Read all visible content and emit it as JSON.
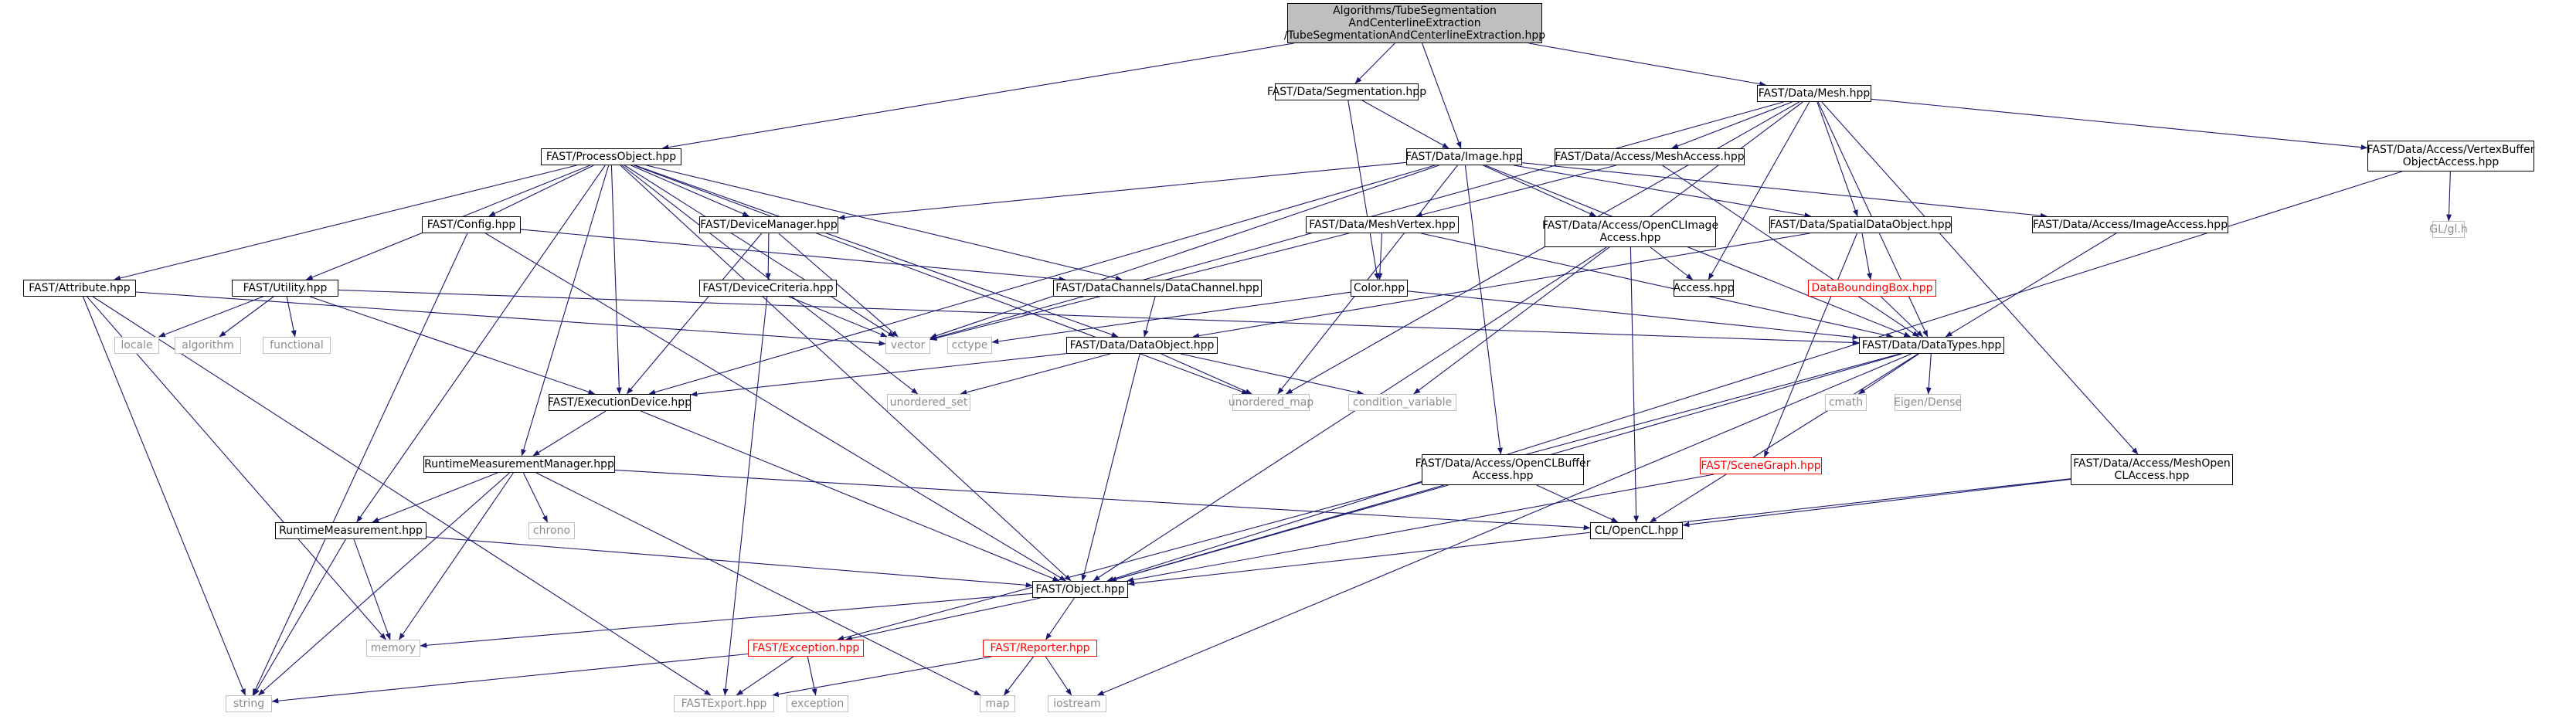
{
  "colors": {
    "edge": "#191970",
    "node_border": "#000000",
    "std_border": "#bfbfbf",
    "std_text": "#8c8c8c",
    "missing_border": "#ff0000",
    "root_fill": "#bfbfbf"
  },
  "nodes": [
    {
      "id": "root",
      "label": "Algorithms/TubeSegmentation\nAndCenterlineExtraction\n/TubeSegmentationAndCenterlineExtraction.hpp",
      "kind": "root"
    },
    {
      "id": "segmentation",
      "label": "FAST/Data/Segmentation.hpp",
      "kind": "doc"
    },
    {
      "id": "mesh",
      "label": "FAST/Data/Mesh.hpp",
      "kind": "doc"
    },
    {
      "id": "processobject",
      "label": "FAST/ProcessObject.hpp",
      "kind": "doc"
    },
    {
      "id": "image",
      "label": "FAST/Data/Image.hpp",
      "kind": "doc"
    },
    {
      "id": "meshaccess",
      "label": "FAST/Data/Access/MeshAccess.hpp",
      "kind": "doc"
    },
    {
      "id": "vertexbuffer",
      "label": "FAST/Data/Access/VertexBuffer\nObjectAccess.hpp",
      "kind": "doc"
    },
    {
      "id": "config",
      "label": "FAST/Config.hpp",
      "kind": "doc"
    },
    {
      "id": "devicemanager",
      "label": "FAST/DeviceManager.hpp",
      "kind": "doc"
    },
    {
      "id": "meshvertex",
      "label": "FAST/Data/MeshVertex.hpp",
      "kind": "doc"
    },
    {
      "id": "openclimage",
      "label": "FAST/Data/Access/OpenCLImage\nAccess.hpp",
      "kind": "doc"
    },
    {
      "id": "spatialdataobject",
      "label": "FAST/Data/SpatialDataObject.hpp",
      "kind": "doc"
    },
    {
      "id": "imageaccess",
      "label": "FAST/Data/Access/ImageAccess.hpp",
      "kind": "doc"
    },
    {
      "id": "glh",
      "label": "GL/gl.h",
      "kind": "std"
    },
    {
      "id": "attribute",
      "label": "FAST/Attribute.hpp",
      "kind": "doc"
    },
    {
      "id": "utility",
      "label": "FAST/Utility.hpp",
      "kind": "doc"
    },
    {
      "id": "devicecriteria",
      "label": "FAST/DeviceCriteria.hpp",
      "kind": "doc"
    },
    {
      "id": "datachannel",
      "label": "FAST/DataChannels/DataChannel.hpp",
      "kind": "doc"
    },
    {
      "id": "color",
      "label": "Color.hpp",
      "kind": "doc"
    },
    {
      "id": "access",
      "label": "Access.hpp",
      "kind": "doc"
    },
    {
      "id": "databoundingbox",
      "label": "DataBoundingBox.hpp",
      "kind": "missing"
    },
    {
      "id": "locale",
      "label": "locale",
      "kind": "std"
    },
    {
      "id": "algorithm",
      "label": "algorithm",
      "kind": "std"
    },
    {
      "id": "functional",
      "label": "functional",
      "kind": "std"
    },
    {
      "id": "vector",
      "label": "vector",
      "kind": "std"
    },
    {
      "id": "cctype",
      "label": "cctype",
      "kind": "std"
    },
    {
      "id": "dataobject",
      "label": "FAST/Data/DataObject.hpp",
      "kind": "doc"
    },
    {
      "id": "datatypes",
      "label": "FAST/Data/DataTypes.hpp",
      "kind": "doc"
    },
    {
      "id": "executiondevice",
      "label": "FAST/ExecutionDevice.hpp",
      "kind": "doc"
    },
    {
      "id": "unordered_set",
      "label": "unordered_set",
      "kind": "std"
    },
    {
      "id": "unordered_map",
      "label": "unordered_map",
      "kind": "std"
    },
    {
      "id": "condition_variable",
      "label": "condition_variable",
      "kind": "std"
    },
    {
      "id": "cmath",
      "label": "cmath",
      "kind": "std"
    },
    {
      "id": "eigen",
      "label": "Eigen/Dense",
      "kind": "std"
    },
    {
      "id": "runtimemanager",
      "label": "RuntimeMeasurementManager.hpp",
      "kind": "doc"
    },
    {
      "id": "openclbuffer",
      "label": "FAST/Data/Access/OpenCLBuffer\nAccess.hpp",
      "kind": "doc"
    },
    {
      "id": "scenegraph",
      "label": "FAST/SceneGraph.hpp",
      "kind": "missing"
    },
    {
      "id": "meshopencl",
      "label": "FAST/Data/Access/MeshOpen\nCLAccess.hpp",
      "kind": "doc"
    },
    {
      "id": "runtime",
      "label": "RuntimeMeasurement.hpp",
      "kind": "doc"
    },
    {
      "id": "chrono",
      "label": "chrono",
      "kind": "std"
    },
    {
      "id": "clopencl",
      "label": "CL/OpenCL.hpp",
      "kind": "doc"
    },
    {
      "id": "object",
      "label": "FAST/Object.hpp",
      "kind": "doc"
    },
    {
      "id": "memory",
      "label": "memory",
      "kind": "std"
    },
    {
      "id": "exception_hpp",
      "label": "FAST/Exception.hpp",
      "kind": "missing"
    },
    {
      "id": "reporter",
      "label": "FAST/Reporter.hpp",
      "kind": "missing"
    },
    {
      "id": "string",
      "label": "string",
      "kind": "std"
    },
    {
      "id": "fastexport",
      "label": "FASTExport.hpp",
      "kind": "std"
    },
    {
      "id": "exception",
      "label": "exception",
      "kind": "std"
    },
    {
      "id": "map",
      "label": "map",
      "kind": "std"
    },
    {
      "id": "iostream",
      "label": "iostream",
      "kind": "std"
    }
  ],
  "edges": [
    [
      "root",
      "segmentation"
    ],
    [
      "root",
      "mesh"
    ],
    [
      "root",
      "processobject"
    ],
    [
      "root",
      "image"
    ],
    [
      "segmentation",
      "image"
    ],
    [
      "segmentation",
      "color"
    ],
    [
      "mesh",
      "meshaccess"
    ],
    [
      "mesh",
      "vertexbuffer"
    ],
    [
      "mesh",
      "spatialdataobject"
    ],
    [
      "mesh",
      "access"
    ],
    [
      "mesh",
      "datatypes"
    ],
    [
      "mesh",
      "vector"
    ],
    [
      "mesh",
      "unordered_map"
    ],
    [
      "mesh",
      "condition_variable"
    ],
    [
      "mesh",
      "meshopencl"
    ],
    [
      "processobject",
      "config"
    ],
    [
      "processobject",
      "devicemanager"
    ],
    [
      "processobject",
      "attribute"
    ],
    [
      "processobject",
      "utility"
    ],
    [
      "processobject",
      "datachannel"
    ],
    [
      "processobject",
      "dataobject"
    ],
    [
      "processobject",
      "executiondevice"
    ],
    [
      "processobject",
      "runtimemanager"
    ],
    [
      "processobject",
      "runtime"
    ],
    [
      "processobject",
      "vector"
    ],
    [
      "processobject",
      "unordered_map"
    ],
    [
      "processobject",
      "unordered_set"
    ],
    [
      "processobject",
      "object"
    ],
    [
      "image",
      "devicemanager"
    ],
    [
      "image",
      "openclimage"
    ],
    [
      "image",
      "spatialdataobject"
    ],
    [
      "image",
      "imageaccess"
    ],
    [
      "image",
      "openclbuffer"
    ],
    [
      "image",
      "datatypes"
    ],
    [
      "image",
      "executiondevice"
    ],
    [
      "image",
      "vector"
    ],
    [
      "image",
      "unordered_map"
    ],
    [
      "meshaccess",
      "meshvertex"
    ],
    [
      "meshaccess",
      "datatypes"
    ],
    [
      "vertexbuffer",
      "glh"
    ],
    [
      "vertexbuffer",
      "object"
    ],
    [
      "config",
      "datachannel"
    ],
    [
      "config",
      "string"
    ],
    [
      "config",
      "object"
    ],
    [
      "devicemanager",
      "devicecriteria"
    ],
    [
      "devicemanager",
      "executiondevice"
    ],
    [
      "devicemanager",
      "vector"
    ],
    [
      "meshvertex",
      "color"
    ],
    [
      "meshvertex",
      "vector"
    ],
    [
      "meshvertex",
      "datatypes"
    ],
    [
      "openclimage",
      "access"
    ],
    [
      "openclimage",
      "object"
    ],
    [
      "openclimage",
      "clopencl"
    ],
    [
      "spatialdataobject",
      "databoundingbox"
    ],
    [
      "spatialdataobject",
      "scenegraph"
    ],
    [
      "spatialdataobject",
      "dataobject"
    ],
    [
      "imageaccess",
      "datatypes"
    ],
    [
      "attribute",
      "string"
    ],
    [
      "attribute",
      "memory"
    ],
    [
      "attribute",
      "fastexport"
    ],
    [
      "attribute",
      "vector"
    ],
    [
      "utility",
      "locale"
    ],
    [
      "utility",
      "algorithm"
    ],
    [
      "utility",
      "functional"
    ],
    [
      "utility",
      "datatypes"
    ],
    [
      "utility",
      "executiondevice"
    ],
    [
      "devicecriteria",
      "vector"
    ],
    [
      "devicecriteria",
      "fastexport"
    ],
    [
      "datachannel",
      "dataobject"
    ],
    [
      "color",
      "datatypes"
    ],
    [
      "color",
      "cctype"
    ],
    [
      "databoundingbox",
      "datatypes"
    ],
    [
      "dataobject",
      "executiondevice"
    ],
    [
      "dataobject",
      "unordered_set"
    ],
    [
      "dataobject",
      "unordered_map"
    ],
    [
      "dataobject",
      "condition_variable"
    ],
    [
      "dataobject",
      "object"
    ],
    [
      "datatypes",
      "cmath"
    ],
    [
      "datatypes",
      "eigen"
    ],
    [
      "datatypes",
      "clopencl"
    ],
    [
      "datatypes",
      "object"
    ],
    [
      "datatypes",
      "iostream"
    ],
    [
      "datatypes",
      "exception_hpp"
    ],
    [
      "executiondevice",
      "runtimemanager"
    ],
    [
      "executiondevice",
      "object"
    ],
    [
      "runtimemanager",
      "runtime"
    ],
    [
      "runtimemanager",
      "chrono"
    ],
    [
      "runtimemanager",
      "clopencl"
    ],
    [
      "runtimemanager",
      "memory"
    ],
    [
      "runtimemanager",
      "string"
    ],
    [
      "runtimemanager",
      "map"
    ],
    [
      "openclbuffer",
      "clopencl"
    ],
    [
      "openclbuffer",
      "object"
    ],
    [
      "scenegraph",
      "object"
    ],
    [
      "meshopencl",
      "clopencl"
    ],
    [
      "meshopencl",
      "object"
    ],
    [
      "runtime",
      "memory"
    ],
    [
      "runtime",
      "string"
    ],
    [
      "runtime",
      "object"
    ],
    [
      "object",
      "memory"
    ],
    [
      "object",
      "exception_hpp"
    ],
    [
      "object",
      "reporter"
    ],
    [
      "exception_hpp",
      "string"
    ],
    [
      "exception_hpp",
      "fastexport"
    ],
    [
      "exception_hpp",
      "exception"
    ],
    [
      "reporter",
      "fastexport"
    ],
    [
      "reporter",
      "map"
    ],
    [
      "reporter",
      "iostream"
    ]
  ]
}
